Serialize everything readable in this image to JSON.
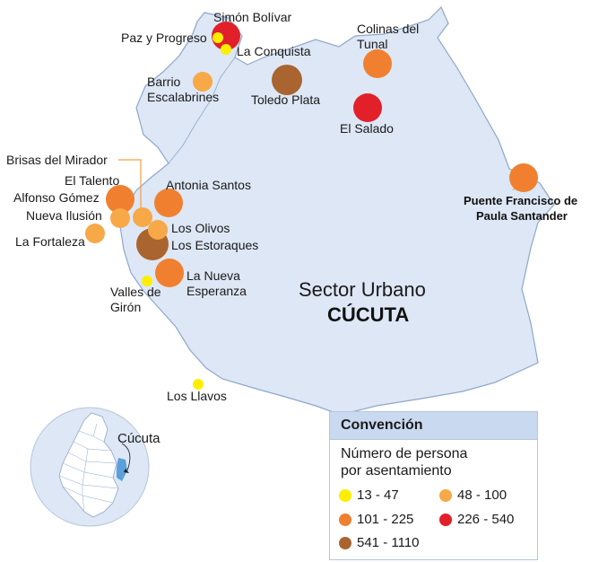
{
  "sector": {
    "title": "Sector Urbano",
    "city": "CÚCUTA"
  },
  "colors": {
    "land": "#dde7f5",
    "border": "#8fa7c9",
    "size_13_47": "#ffee00",
    "size_48_100": "#f7a847",
    "size_101_225": "#f0802f",
    "size_226_540": "#e2202a",
    "size_541_1110": "#a9642f"
  },
  "settlements": [
    {
      "name": "Simón Bolívar",
      "category": "226 - 540"
    },
    {
      "name": "Paz y Progreso",
      "category": "13 - 47"
    },
    {
      "name": "La Conquista",
      "category": "13 - 47"
    },
    {
      "name": "Colinas del Tunal",
      "category": "101 - 225"
    },
    {
      "name": "Barrio Escalabrines",
      "category": "48 - 100"
    },
    {
      "name": "Toledo Plata",
      "category": "541 - 1110"
    },
    {
      "name": "El Salado",
      "category": "226 - 540"
    },
    {
      "name": "Brisas del Mirador",
      "category": "48 - 100"
    },
    {
      "name": "El Talento",
      "category": "101 - 225"
    },
    {
      "name": "Alfonso Gómez",
      "category": "101 - 225"
    },
    {
      "name": "Antonia Santos",
      "category": "101 - 225"
    },
    {
      "name": "Nueva Ilusión",
      "category": "48 - 100"
    },
    {
      "name": "Los Olivos",
      "category": "48 - 100"
    },
    {
      "name": "La Fortaleza",
      "category": "48 - 100"
    },
    {
      "name": "Los Estoraques",
      "category": "541 - 1110"
    },
    {
      "name": "La Nueva Esperanza",
      "category": "101 - 225"
    },
    {
      "name": "Valles de Girón",
      "category": "13 - 47"
    },
    {
      "name": "Los Llavos",
      "category": "13 - 47"
    },
    {
      "name": "Puente Francisco de Paula Santander",
      "category": "101 - 225"
    }
  ],
  "labels": {
    "simon_bolivar": "Simón Bolívar",
    "paz_y_progreso": "Paz y Progreso",
    "la_conquista": "La Conquista",
    "colinas_line1": "Colinas del",
    "colinas_line2": "Tunal",
    "barrio_line1": "Barrio",
    "barrio_line2": "Escalabrines",
    "toledo_plata": "Toledo Plata",
    "el_salado": "El Salado",
    "brisas_del_mirador": "Brisas del Mirador",
    "el_talento": "El Talento",
    "alfonso_gomez": "Alfonso Gómez",
    "antonia_santos": "Antonia Santos",
    "nueva_ilusion": "Nueva Ilusión",
    "los_olivos": "Los Olivos",
    "la_fortaleza": "La Fortaleza",
    "los_estoraques": "Los Estoraques",
    "nueva_esperanza_line1": "La Nueva",
    "nueva_esperanza_line2": "Esperanza",
    "valles_line1": "Valles de",
    "valles_line2": "Girón",
    "los_llavos": "Los Llavos",
    "puente_line1": "Puente Francisco de",
    "puente_line2": "Paula Santander"
  },
  "legend": {
    "title": "Convención",
    "subtitle_line1": "Número de persona",
    "subtitle_line2": "por asentamiento",
    "items": [
      {
        "label": "13 - 47",
        "color": "#ffee00"
      },
      {
        "label": "48 - 100",
        "color": "#f7a847"
      },
      {
        "label": "101 - 225",
        "color": "#f0802f"
      },
      {
        "label": "226 - 540",
        "color": "#e2202a"
      },
      {
        "label": "541 - 1110",
        "color": "#a9642f"
      }
    ]
  },
  "inset": {
    "label": "Cúcuta"
  }
}
